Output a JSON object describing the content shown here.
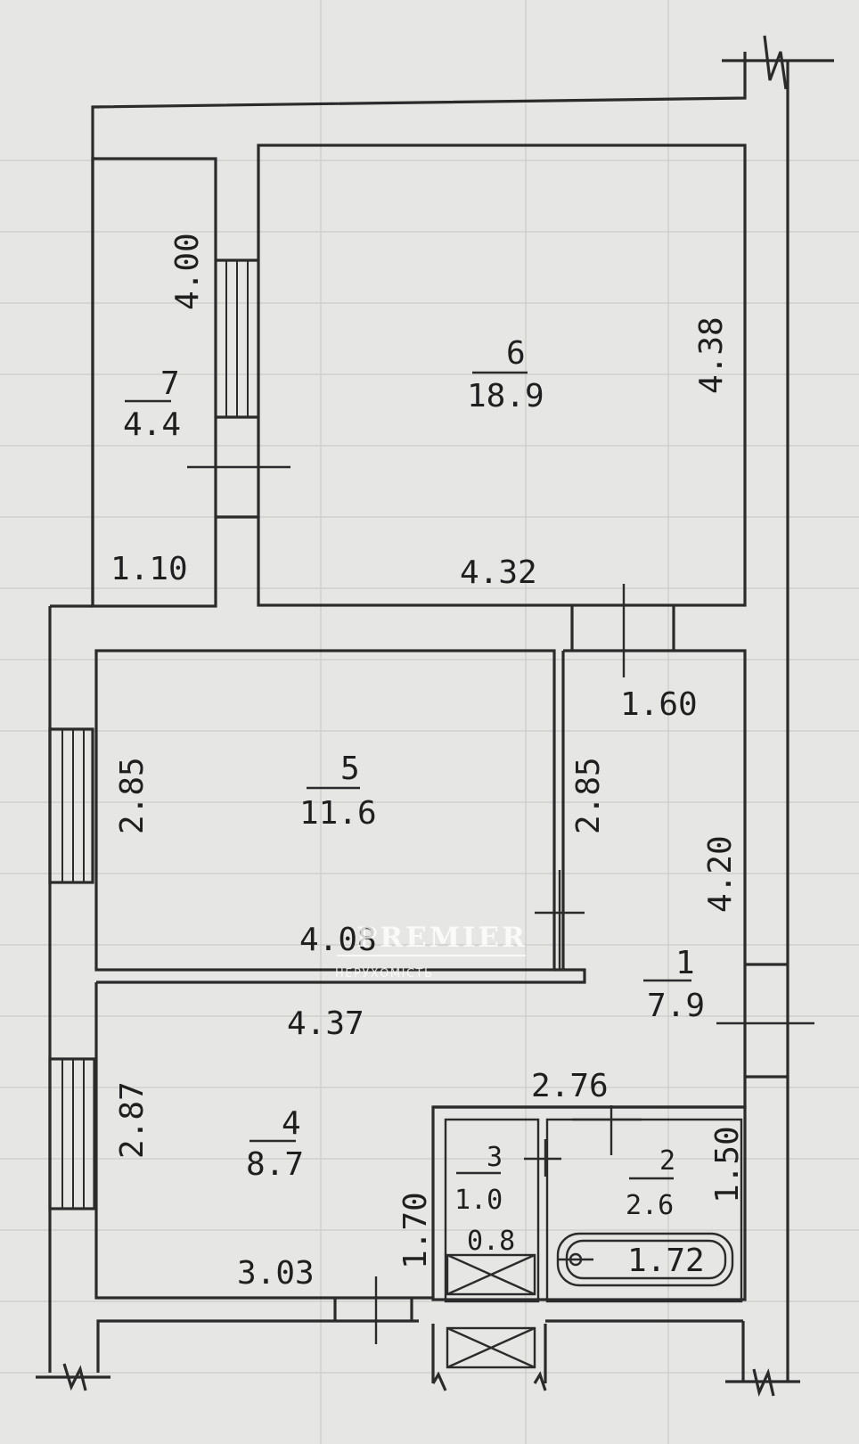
{
  "rooms": [
    {
      "number": "1",
      "area": "7.9"
    },
    {
      "number": "2",
      "area": "2.6"
    },
    {
      "number": "3",
      "area": "1.0"
    },
    {
      "number": "4",
      "area": "8.7"
    },
    {
      "number": "5",
      "area": "11.6"
    },
    {
      "number": "6",
      "area": "18.9"
    },
    {
      "number": "7",
      "area": "4.4"
    }
  ],
  "dimensions": {
    "room7_height": "4.00",
    "room7_width": "1.10",
    "room6_height": "4.38",
    "room6_width": "4.32",
    "door_1_60": "1.60",
    "room5_left": "2.85",
    "room5_right": "2.85",
    "room5_width": "4.08",
    "room1_height": "4.20",
    "room4_top": "4.37",
    "room4_left": "2.87",
    "room4_bottom": "3.03",
    "corridor_1_70": "1.70",
    "bath_width": "2.76",
    "bath_height": "1.50",
    "wc_width": "0.8",
    "bathtub": "1.72"
  },
  "watermark": {
    "brand": "PREMIER",
    "sub": "НЕРУХОМІСТЬ"
  }
}
